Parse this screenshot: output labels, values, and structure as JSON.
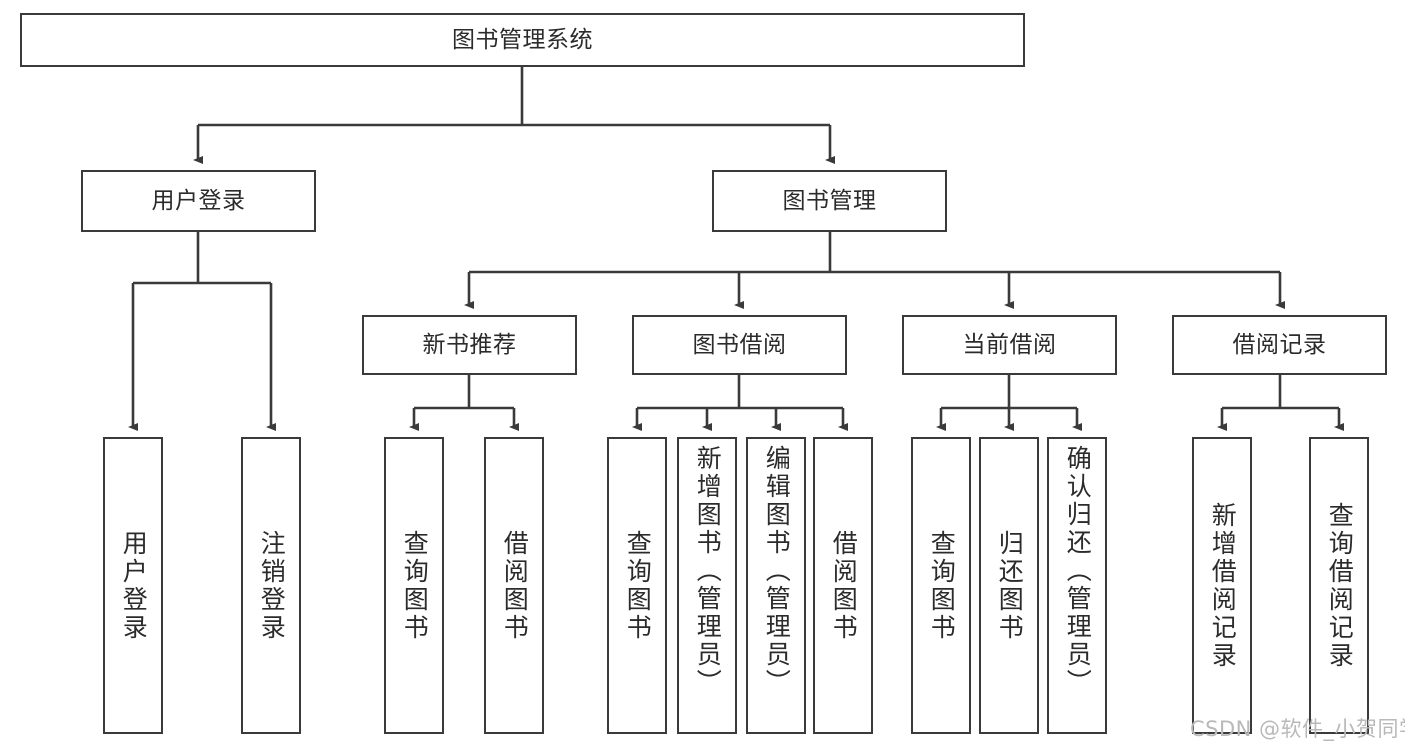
{
  "diagram": {
    "type": "hierarchy-tree",
    "title": "图书管理系统",
    "colors": {
      "box_border": "#3a3a3a",
      "box_fill": "#ffffff",
      "edge": "#3a3a3a",
      "text": "#2b2b2b",
      "watermark": "#b9b9b9",
      "background": "#ffffff"
    },
    "root": {
      "label": "图书管理系统"
    },
    "level1": [
      {
        "label": "用户登录"
      },
      {
        "label": "图书管理"
      }
    ],
    "level2": [
      {
        "label": "新书推荐"
      },
      {
        "label": "图书借阅"
      },
      {
        "label": "当前借阅"
      },
      {
        "label": "借阅记录"
      }
    ],
    "leaves": {
      "user_login": [
        {
          "label": "用户登录"
        },
        {
          "label": "注销登录"
        }
      ],
      "new_book_recommend": [
        {
          "label": "查询图书"
        },
        {
          "label": "借阅图书"
        }
      ],
      "book_borrow": [
        {
          "label": "查询图书"
        },
        {
          "label": "新增图书（管理员）"
        },
        {
          "label": "编辑图书（管理员）"
        },
        {
          "label": "借阅图书"
        }
      ],
      "current_borrow": [
        {
          "label": "查询图书"
        },
        {
          "label": "归还图书"
        },
        {
          "label": "确认归还（管理员）"
        }
      ],
      "borrow_record": [
        {
          "label": "新增借阅记录"
        },
        {
          "label": "查询借阅记录"
        }
      ]
    }
  },
  "watermark": {
    "text": "CSDN @软件_小贺同学"
  }
}
